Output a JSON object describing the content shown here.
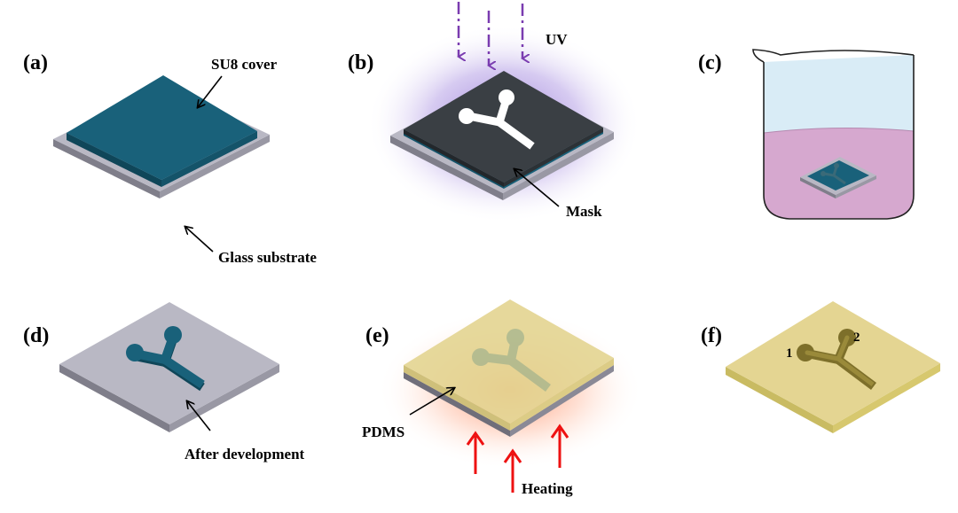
{
  "panels": {
    "a": {
      "label": "(a)",
      "callout_top": "SU8 cover",
      "callout_bottom": "Glass substrate"
    },
    "b": {
      "label": "(b)",
      "callout_top": "UV",
      "callout_bottom": "Mask"
    },
    "c": {
      "label": "(c)"
    },
    "d": {
      "label": "(d)",
      "callout_bottom": "After development"
    },
    "e": {
      "label": "(e)",
      "callout_left": "PDMS",
      "callout_bottom": "Heating"
    },
    "f": {
      "label": "(f)",
      "port_1": "1",
      "port_2": "2"
    }
  },
  "colors": {
    "glass_top": "#b9b8c4",
    "glass_side": "#7f7e8a",
    "su8": "#19617a",
    "mask": "#3a3f44",
    "uv_arrow": "#7a3cb0",
    "uv_glow": "#8a6ad0",
    "heat_arrow": "#ee1111",
    "heat_glow": "#ff6a3a",
    "pdms": "#e4d592",
    "developer_liquid": "#d6a8cf",
    "beaker_tint": "#d9ecf6"
  }
}
